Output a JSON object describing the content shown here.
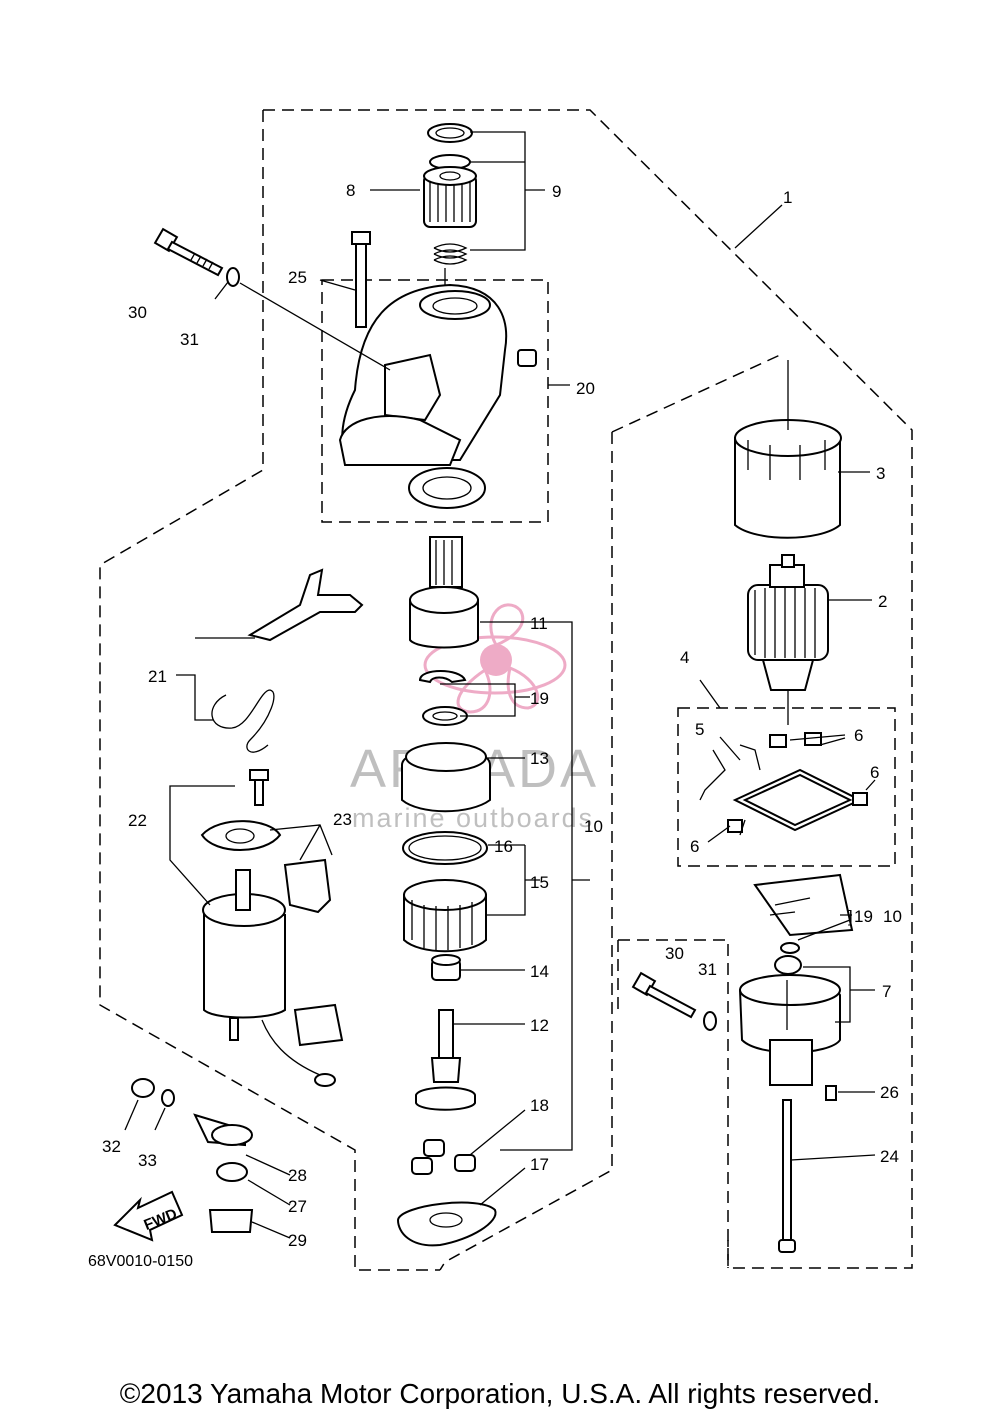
{
  "diagram_code": "68V0010-0150",
  "copyright": "©2013 Yamaha Motor Corporation, U.S.A. All rights reserved.",
  "watermark": {
    "title": "ARMADA",
    "subtitle": "marine outboards",
    "accent_color": "#e98fb4"
  },
  "fwd_label": "FWD",
  "callouts": {
    "c1": "1",
    "c2": "2",
    "c3": "3",
    "c4": "4",
    "c5": "5",
    "c6a": "6",
    "c6b": "6",
    "c6c": "6",
    "c7": "7",
    "c8": "8",
    "c9": "9",
    "c10a": "10",
    "c10b": "10",
    "c11": "11",
    "c12": "12",
    "c13": "13",
    "c14": "14",
    "c15": "15",
    "c16": "16",
    "c17": "17",
    "c18": "18",
    "c19a": "19",
    "c19b": "19",
    "c20": "20",
    "c21": "21",
    "c22": "22",
    "c23": "23",
    "c24": "24",
    "c25": "25",
    "c26": "26",
    "c27": "27",
    "c28": "28",
    "c29": "29",
    "c30a": "30",
    "c30b": "30",
    "c31a": "31",
    "c31b": "31",
    "c32": "32",
    "c33": "33"
  }
}
